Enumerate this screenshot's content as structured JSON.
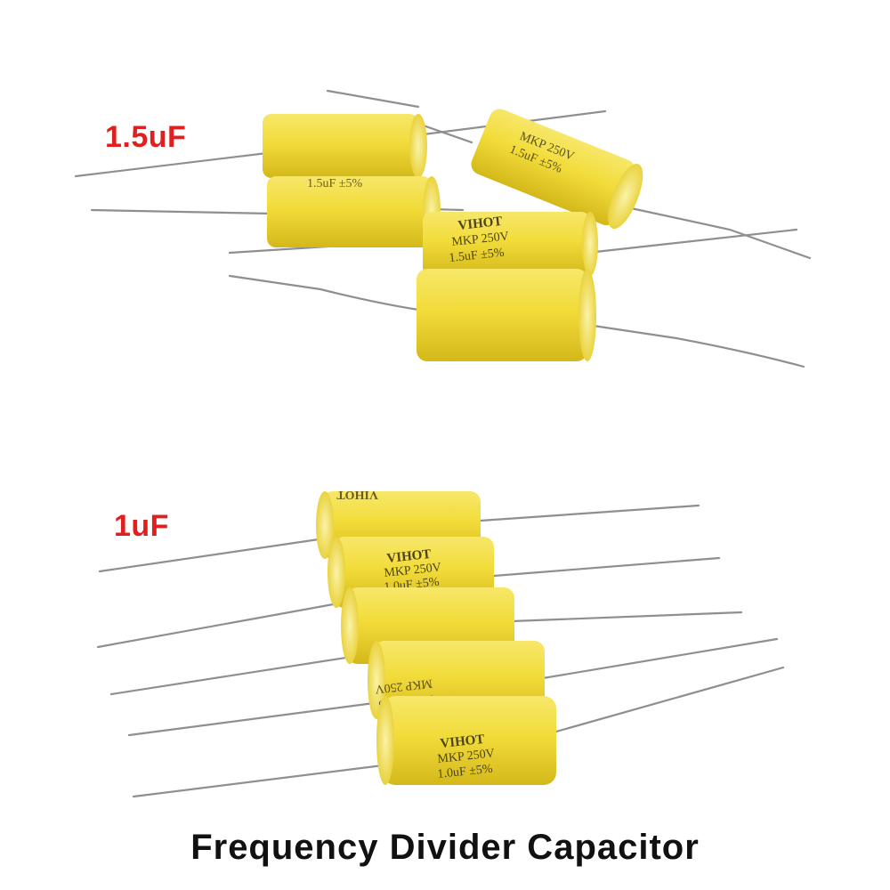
{
  "groups": [
    {
      "label": "1.5uF",
      "marking": {
        "brand": "VIHOT",
        "type": "MKP",
        "voltage": "250V",
        "value": "1.5uF ±5%"
      }
    },
    {
      "label": "1uF",
      "marking": {
        "brand": "VIHOT",
        "type": "MKP",
        "voltage": "250V",
        "value": "1.0uF ±5%"
      }
    }
  ],
  "caption": "Frequency Divider Capacitor",
  "colors": {
    "body": "#f2dc3a",
    "body_shade": "#d9bf1c",
    "lead": "#8a8a8a",
    "label_red": "#e02020"
  }
}
